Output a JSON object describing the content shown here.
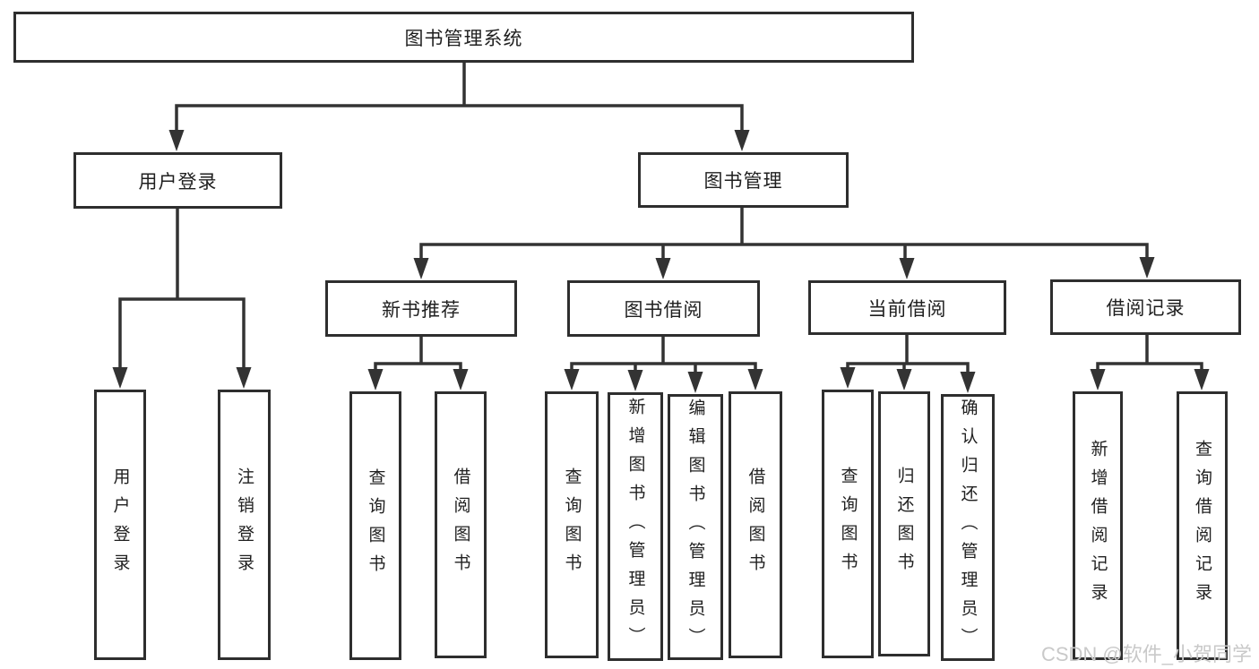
{
  "title": "图书管理系统",
  "colors": {
    "background": "#ffffff",
    "line": "#333333",
    "box_border": "#2e2e2e",
    "text": "#1f1f1f",
    "watermark": "#c9c9c9"
  },
  "watermark": {
    "text": "CSDN @软件_小贺同学"
  },
  "tree": {
    "root": {
      "label": "图书管理系统",
      "children": [
        {
          "label": "用户登录",
          "children": [
            {
              "label": "用户登录"
            },
            {
              "label": "注销登录"
            }
          ]
        },
        {
          "label": "图书管理",
          "children": [
            {
              "label": "新书推荐",
              "children": [
                {
                  "label": "查询图书"
                },
                {
                  "label": "借阅图书"
                }
              ]
            },
            {
              "label": "图书借阅",
              "children": [
                {
                  "label": "查询图书"
                },
                {
                  "label": "新增图书（管理员）"
                },
                {
                  "label": "编辑图书（管理员）"
                },
                {
                  "label": "借阅图书"
                }
              ]
            },
            {
              "label": "当前借阅",
              "children": [
                {
                  "label": "查询图书"
                },
                {
                  "label": "归还图书"
                },
                {
                  "label": "确认归还（管理员）"
                }
              ]
            },
            {
              "label": "借阅记录",
              "children": [
                {
                  "label": "新增借阅记录"
                },
                {
                  "label": "查询借阅记录"
                }
              ]
            }
          ]
        }
      ]
    }
  }
}
